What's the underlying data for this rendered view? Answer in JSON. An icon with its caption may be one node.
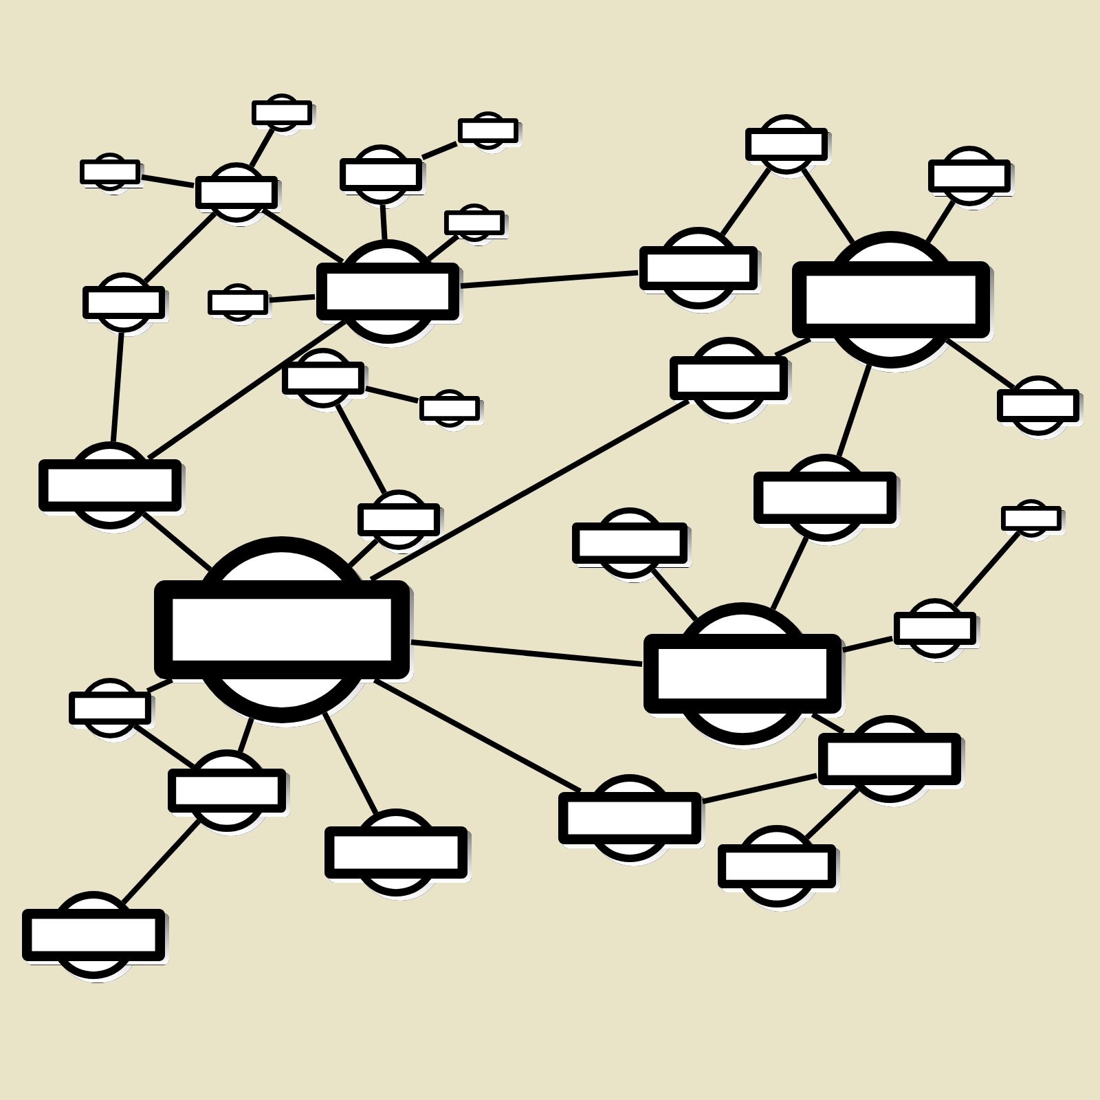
{
  "diagram": {
    "nodes": [
      {
        "text": [],
        "shape": "circle"
      },
      {
        "text": [],
        "shape": "circle"
      },
      {
        "text": [],
        "shape": "circle"
      },
      {
        "text": [],
        "shape": "circle"
      },
      {
        "text": [],
        "shape": "circle"
      },
      {
        "text": [],
        "shape": "circle"
      },
      {
        "text": [],
        "shape": "circle"
      },
      {
        "text": [],
        "shape": "circle"
      },
      {
        "text": [],
        "shape": "circle"
      },
      {
        "text": [],
        "shape": "circle"
      },
      {
        "text": [],
        "shape": "circle"
      },
      {
        "text": [],
        "shape": "circle"
      },
      {
        "text": [],
        "shape": "circle"
      },
      {
        "text": [],
        "shape": "circle"
      },
      {
        "text": [],
        "shape": "circle"
      },
      {
        "text": [],
        "shape": "circle"
      },
      {
        "text": [],
        "shape": "circle"
      },
      {
        "text": [],
        "shape": "circle"
      },
      {
        "text": [],
        "shape": "circle"
      },
      {
        "text": [],
        "shape": "circle"
      },
      {
        "text": [],
        "shape": "circle"
      },
      {
        "text": [],
        "shape": "circle"
      },
      {
        "text": [],
        "shape": "circle"
      },
      {
        "text": [],
        "shape": "circle"
      },
      {
        "text": [],
        "shape": "circle"
      },
      {
        "text": [],
        "shape": "circle"
      },
      {
        "text": [],
        "shape": "circle"
      },
      {
        "text": [],
        "shape": "circle"
      },
      {
        "text": [],
        "shape": "circle"
      },
      {
        "text": [],
        "shape": "circle"
      },
      {
        "text": [],
        "shape": "circle"
      },
      {
        "text": [],
        "shape": "circle"
      }
    ],
    "edges": [
      {
        "from": 3,
        "to": 0,
        "arrow": "none"
      },
      {
        "from": 3,
        "to": 1,
        "arrow": "none"
      },
      {
        "from": 3,
        "to": 6,
        "arrow": "none"
      },
      {
        "from": 3,
        "to": 8,
        "arrow": "none"
      },
      {
        "from": 4,
        "to": 2,
        "arrow": "none"
      },
      {
        "from": 4,
        "to": 8,
        "arrow": "none"
      },
      {
        "from": 8,
        "to": 5,
        "arrow": "none"
      },
      {
        "from": 8,
        "to": 7,
        "arrow": "none"
      },
      {
        "from": 8,
        "to": 17,
        "arrow": "none"
      },
      {
        "from": 8,
        "to": 9,
        "arrow": "none"
      },
      {
        "from": 6,
        "to": 17,
        "arrow": "none"
      },
      {
        "from": 9,
        "to": 10,
        "arrow": "none"
      },
      {
        "from": 10,
        "to": 12,
        "arrow": "none"
      },
      {
        "from": 12,
        "to": 11,
        "arrow": "none"
      },
      {
        "from": 12,
        "to": 15,
        "arrow": "none"
      },
      {
        "from": 12,
        "to": 16,
        "arrow": "none"
      },
      {
        "from": 12,
        "to": 19,
        "arrow": "none"
      },
      {
        "from": 15,
        "to": 22,
        "arrow": "none"
      },
      {
        "from": 13,
        "to": 14,
        "arrow": "none"
      },
      {
        "from": 13,
        "to": 18,
        "arrow": "none"
      },
      {
        "from": 18,
        "to": 22,
        "arrow": "none"
      },
      {
        "from": 17,
        "to": 22,
        "arrow": "none"
      },
      {
        "from": 22,
        "to": 25,
        "arrow": "none"
      },
      {
        "from": 22,
        "to": 27,
        "arrow": "none"
      },
      {
        "from": 22,
        "to": 28,
        "arrow": "none"
      },
      {
        "from": 22,
        "to": 29,
        "arrow": "none"
      },
      {
        "from": 22,
        "to": 23,
        "arrow": "none"
      },
      {
        "from": 25,
        "to": 27,
        "arrow": "none"
      },
      {
        "from": 27,
        "to": 31,
        "arrow": "none"
      },
      {
        "from": 20,
        "to": 23,
        "arrow": "none"
      },
      {
        "from": 19,
        "to": 23,
        "arrow": "none"
      },
      {
        "from": 23,
        "to": 24,
        "arrow": "none"
      },
      {
        "from": 24,
        "to": 21,
        "arrow": "none"
      },
      {
        "from": 23,
        "to": 26,
        "arrow": "none"
      },
      {
        "from": 26,
        "to": 29,
        "arrow": "none"
      },
      {
        "from": 26,
        "to": 30,
        "arrow": "none"
      }
    ]
  }
}
